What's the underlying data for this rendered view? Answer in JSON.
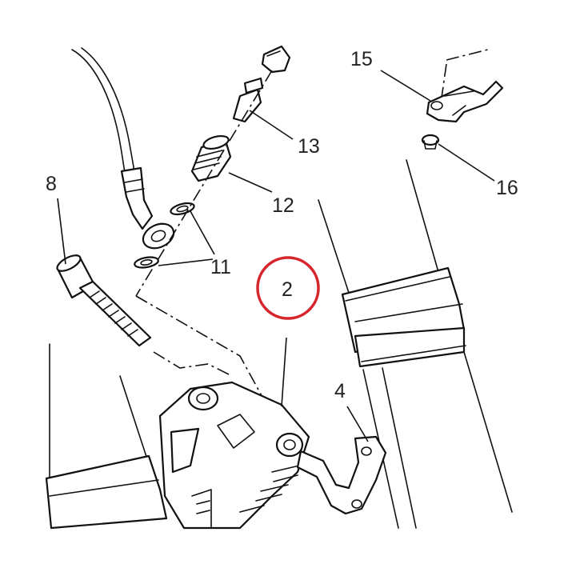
{
  "diagram": {
    "highlight_color": "#d4262b",
    "line_color": "#111111",
    "callouts": [
      {
        "id": "callout-8",
        "label": "8"
      },
      {
        "id": "callout-11",
        "label": "11"
      },
      {
        "id": "callout-12",
        "label": "12"
      },
      {
        "id": "callout-13",
        "label": "13"
      },
      {
        "id": "callout-15",
        "label": "15"
      },
      {
        "id": "callout-16",
        "label": "16"
      },
      {
        "id": "callout-2",
        "label": "2"
      },
      {
        "id": "callout-4",
        "label": "4"
      }
    ],
    "highlighted_callout": "2"
  }
}
